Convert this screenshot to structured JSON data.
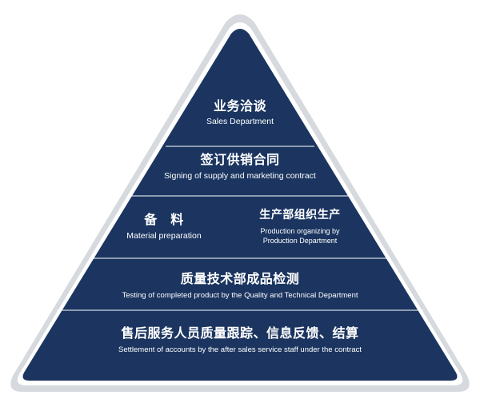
{
  "theme": {
    "fill": "#1b3560",
    "outer_border": "#d6d9dd",
    "inner_border": "#ffffff",
    "divider": "#ffffff"
  },
  "tiers": [
    {
      "zh": "业务洽谈",
      "en": "Sales Department"
    },
    {
      "zh": "签订供销合同",
      "en": "Signing of supply and marketing contract"
    },
    {
      "left": {
        "zh": "备　料",
        "en": "Material preparation"
      },
      "right": {
        "zh": "生产部组织生产",
        "en_line1": "Production organizing by",
        "en_line2": "Production Department"
      }
    },
    {
      "zh": "质量技术部成品检测",
      "en": "Testing of completed product by the Quality and Technical Department"
    },
    {
      "zh": "售后服务人员质量跟踪、信息反馈、结算",
      "en": "Settlement of accounts by the after sales service staff under the contract"
    }
  ]
}
